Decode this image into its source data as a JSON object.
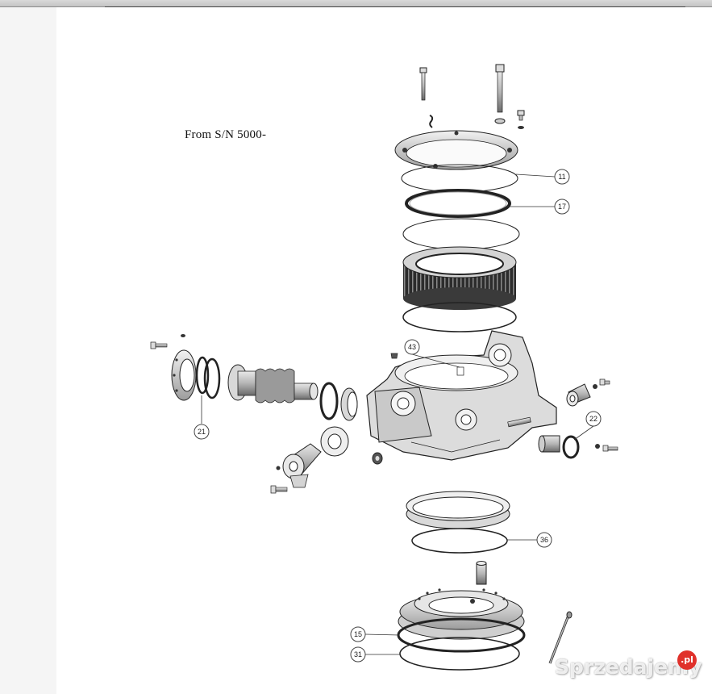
{
  "page": {
    "serial_note": "From S/N 5000-"
  },
  "callouts": [
    {
      "label": "11"
    },
    {
      "label": "17"
    },
    {
      "label": "43"
    },
    {
      "label": "22"
    },
    {
      "label": "21"
    },
    {
      "label": "36"
    },
    {
      "label": "15"
    },
    {
      "label": "31"
    }
  ],
  "watermark": {
    "text": "Sprzedajemy",
    "badge": ".pl"
  },
  "colors": {
    "line": "#1a1a1a",
    "metal": "#cfcfcf",
    "dark_metal": "#5a5a5a",
    "callout_ring": "#444444",
    "watermark_badge": "#e0312b"
  }
}
